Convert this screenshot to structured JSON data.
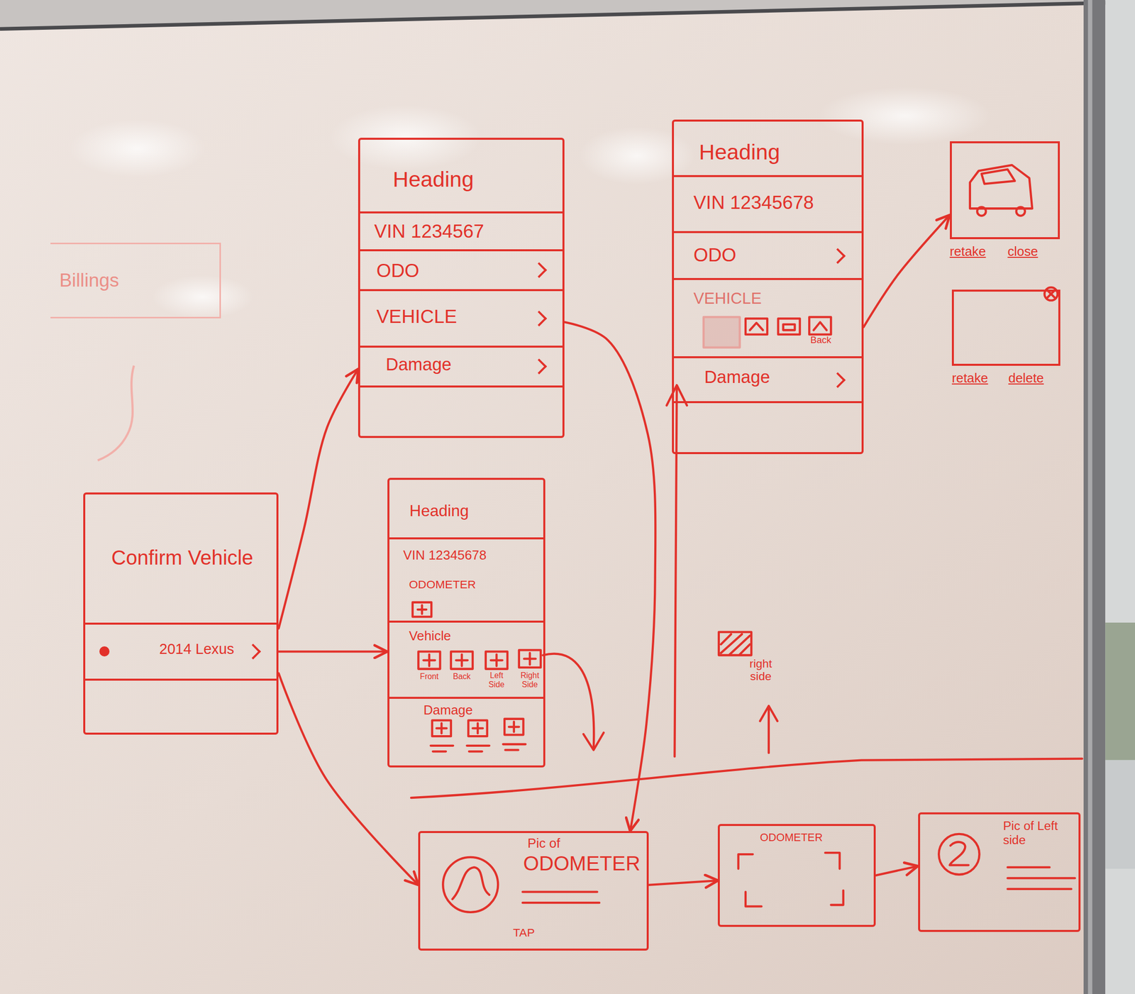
{
  "diagram": {
    "nodes": [
      {
        "text": [
          "Billings"
        ]
      },
      {
        "text": [
          "Heading"
        ]
      },
      {
        "text": [
          "VIN 1234567"
        ],
        "in": 1
      },
      {
        "text": [
          "ODO"
        ],
        "in": 1
      },
      {
        "text": [
          "VEHICLE"
        ],
        "in": 1
      },
      {
        "text": [
          "Damage"
        ],
        "in": 1
      },
      {
        "text": [
          "Heading"
        ]
      },
      {
        "text": [
          "VIN 12345678"
        ],
        "in": 6
      },
      {
        "text": [
          "ODO"
        ],
        "in": 6
      },
      {
        "text": [
          "VEHICLE"
        ],
        "in": 6
      },
      {
        "text": [
          "Damage"
        ],
        "in": 6
      },
      {
        "text": [
          "retake",
          "close"
        ]
      },
      {
        "text": [
          "retake",
          "delete"
        ]
      },
      {
        "text": [
          "Confirm Vehicle"
        ]
      },
      {
        "text": [
          "2014 Lexus"
        ],
        "in": 13
      },
      {
        "text": [
          "Heading"
        ]
      },
      {
        "text": [
          "VIN 12345678"
        ],
        "in": 15
      },
      {
        "text": [
          "ODOMETER"
        ],
        "in": 15
      },
      {
        "text": [
          "Vehicle"
        ],
        "in": 15
      },
      {
        "text": [
          "Damage"
        ],
        "in": 15
      },
      {
        "text": [
          "Pic of",
          "ODOMETER",
          "TAP"
        ]
      },
      {
        "text": [
          "ODOMETER"
        ]
      },
      {
        "text": [
          "Pic of Left side"
        ]
      }
    ],
    "edges": [
      {
        "from": 14,
        "to": 1,
        "arrow": "to"
      },
      {
        "from": 14,
        "to": 15,
        "arrow": "to"
      },
      {
        "from": 14,
        "to": 20,
        "arrow": "to"
      },
      {
        "from": 4,
        "to": 20,
        "arrow": "to"
      },
      {
        "from": 9,
        "to": 11,
        "arrow": "to"
      },
      {
        "from": 20,
        "to": 21,
        "arrow": "to"
      },
      {
        "from": 21,
        "to": 22,
        "arrow": "to"
      }
    ],
    "labels": [
      "Front",
      "Back",
      "Left Side",
      "Right Side",
      "Back",
      "right side"
    ]
  }
}
